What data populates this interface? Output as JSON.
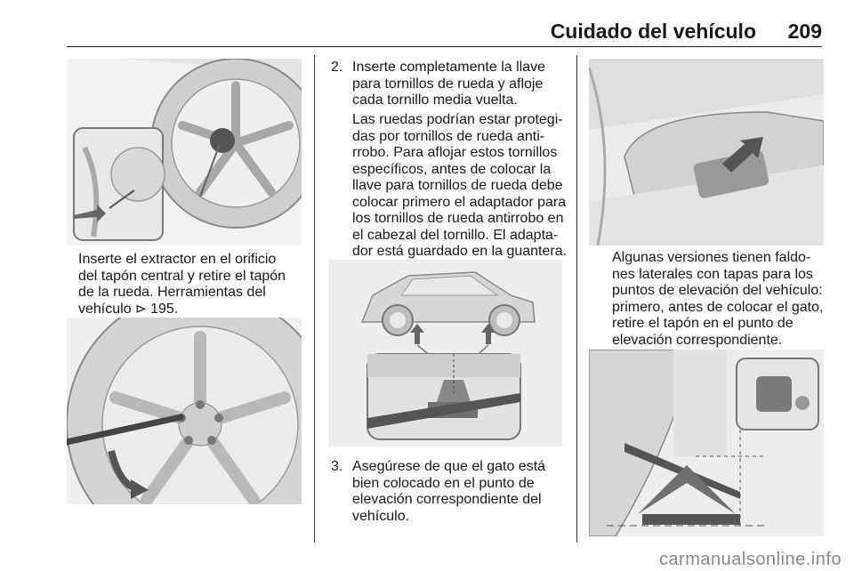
{
  "header": {
    "section_title": "Cuidado del vehículo",
    "page_number": "209"
  },
  "column1": {
    "caption_lines": [
      "Inserte el extractor en el orificio",
      "del tapón central y retire el tapón",
      "de la rueda. Herramientas del",
      "vehículo"
    ],
    "ref_page": "195."
  },
  "column2": {
    "step2_number": "2.",
    "step2_lines": [
      "Inserte completamente la llave",
      "para tornillos de rueda y afloje",
      "cada tornillo media vuelta."
    ],
    "note_lines": [
      "Las ruedas podrían estar protegi-",
      "das por tornillos de rueda anti-",
      "rrobo. Para aflojar estos tornillos",
      "específicos, antes de colocar la",
      "llave para tornillos de rueda debe",
      "colocar primero el adaptador para",
      "los tornillos de rueda antirrobo en",
      "el cabezal del tornillo. El adapta-",
      "dor está guardado en la guantera."
    ],
    "step3_number": "3.",
    "step3_lines": [
      "Asegúrese de que el gato está",
      "bien colocado en el punto de",
      "elevación correspondiente del",
      "vehículo."
    ]
  },
  "column3": {
    "paragraph_lines": [
      "Algunas versiones tienen faldo-",
      "nes laterales con tapas para los",
      "puntos de elevación del vehículo:",
      "primero, antes de colocar el gato,",
      "retire el tapón en el punto de",
      "elevación correspondiente."
    ]
  },
  "watermark": "carmanualsonline.info",
  "icons": {
    "ref_arrow": "page-reference-arrow-icon"
  }
}
